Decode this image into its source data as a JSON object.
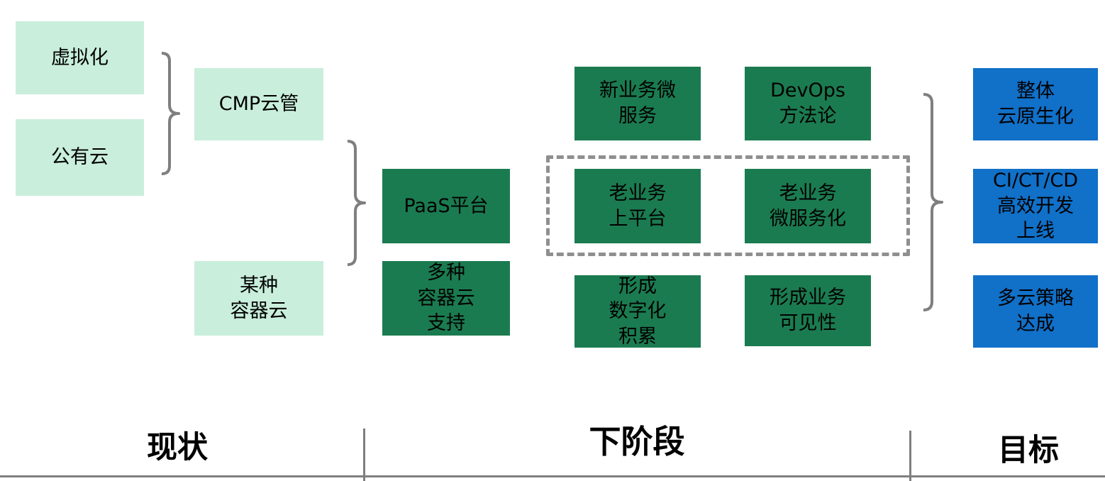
{
  "colors": {
    "light_green": "#c9efdc",
    "dark_green": "#1b7b50",
    "blue": "#1170c8",
    "line_gray": "#7f7f7f",
    "dash_gray": "#8f8f8f",
    "text": "#000000"
  },
  "current": {
    "virtualization": "虚拟化",
    "public_cloud": "公有云",
    "cmp_cloud_mgmt": "CMP云管",
    "some_container_cloud": "某种\n容器云"
  },
  "next": {
    "paas_platform": "PaaS平台",
    "multi_container_support": "多种\n容器云\n支持",
    "new_biz_microservices": "新业务微\n服务",
    "devops_methodology": "DevOps\n方法论",
    "legacy_on_platform": "老业务\n上平台",
    "legacy_microservices": "老业务\n微服务化",
    "digital_accumulation": "形成\n数字化\n积累",
    "business_visibility": "形成业务\n可见性"
  },
  "goal": {
    "cloud_native": "整体\n云原生化",
    "ci_ct_cd": "CI/CT/CD\n高效开发\n上线",
    "multicloud_strategy": "多云策略\n达成"
  },
  "footer": {
    "current": "现状",
    "next": "下阶段",
    "goal": "目标"
  }
}
